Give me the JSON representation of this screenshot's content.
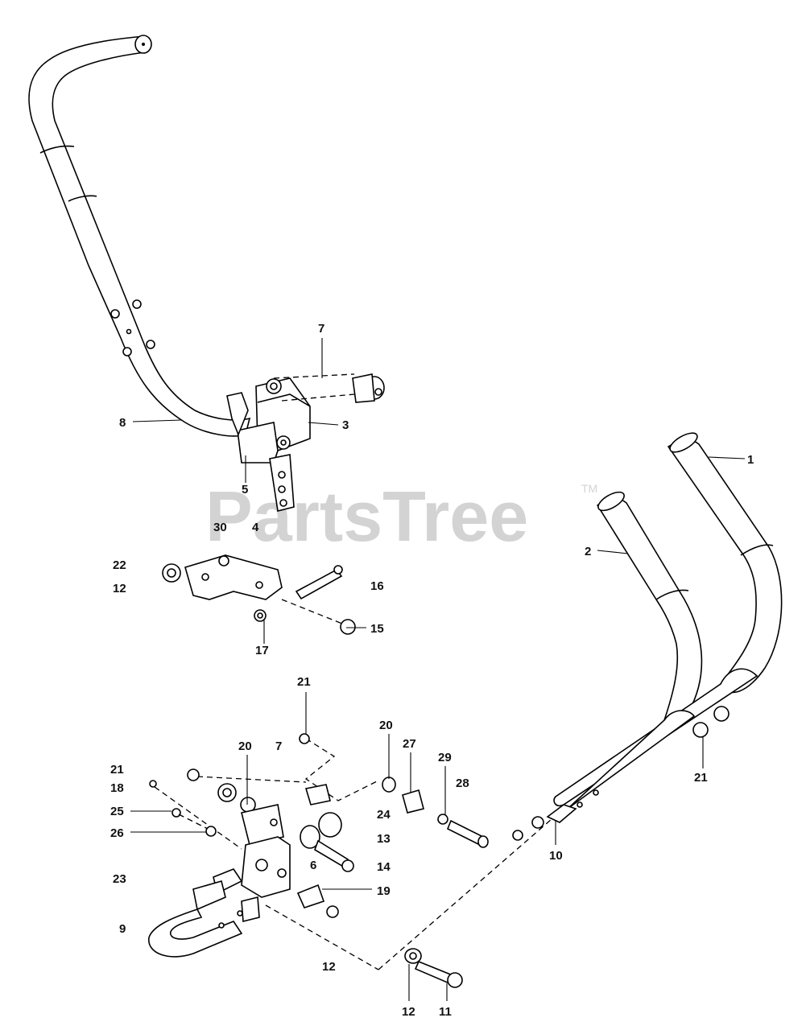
{
  "watermark": {
    "text": "PartsTree",
    "trademark": "TM"
  },
  "labels": {
    "l1": "1",
    "l2": "2",
    "l3": "3",
    "l4": "4",
    "l5": "5",
    "l6": "6",
    "l7a": "7",
    "l7b": "7",
    "l8": "8",
    "l9": "9",
    "l10": "10",
    "l11": "11",
    "l12a": "12",
    "l12b": "12",
    "l12c": "12",
    "l13": "13",
    "l14": "14",
    "l15": "15",
    "l16": "16",
    "l17": "17",
    "l18": "18",
    "l19": "19",
    "l20a": "20",
    "l20b": "20",
    "l21a": "21",
    "l21b": "21",
    "l21c": "21",
    "l22": "22",
    "l23": "23",
    "l24": "24",
    "l25": "25",
    "l26": "26",
    "l27": "27",
    "l28": "28",
    "l29": "29",
    "l30": "30"
  }
}
